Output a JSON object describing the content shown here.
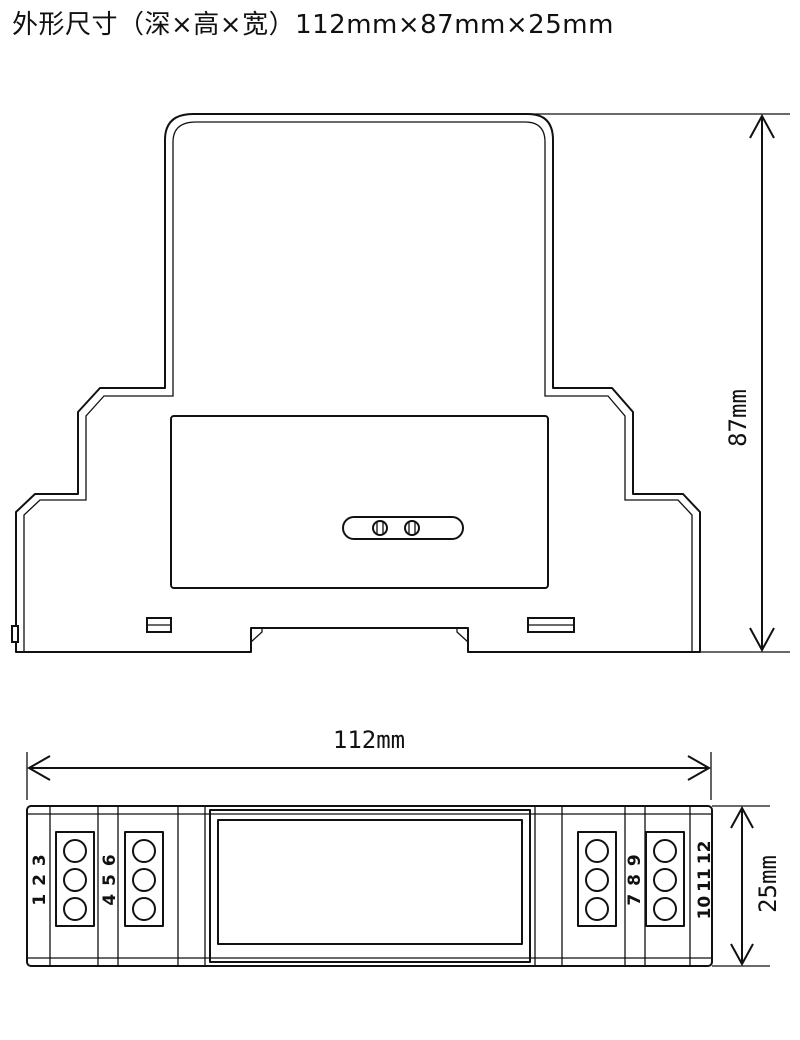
{
  "title": "外形尺寸（深×高×宽）112mm×87mm×25mm",
  "dimensions": {
    "height": "87mm",
    "width": "112mm",
    "depth": "25mm"
  },
  "terminal_groups": [
    {
      "numbers": "1 2 3"
    },
    {
      "numbers": "4 5 6"
    },
    {
      "numbers": "7 8 9"
    },
    {
      "numbers": "10 11 12"
    }
  ]
}
